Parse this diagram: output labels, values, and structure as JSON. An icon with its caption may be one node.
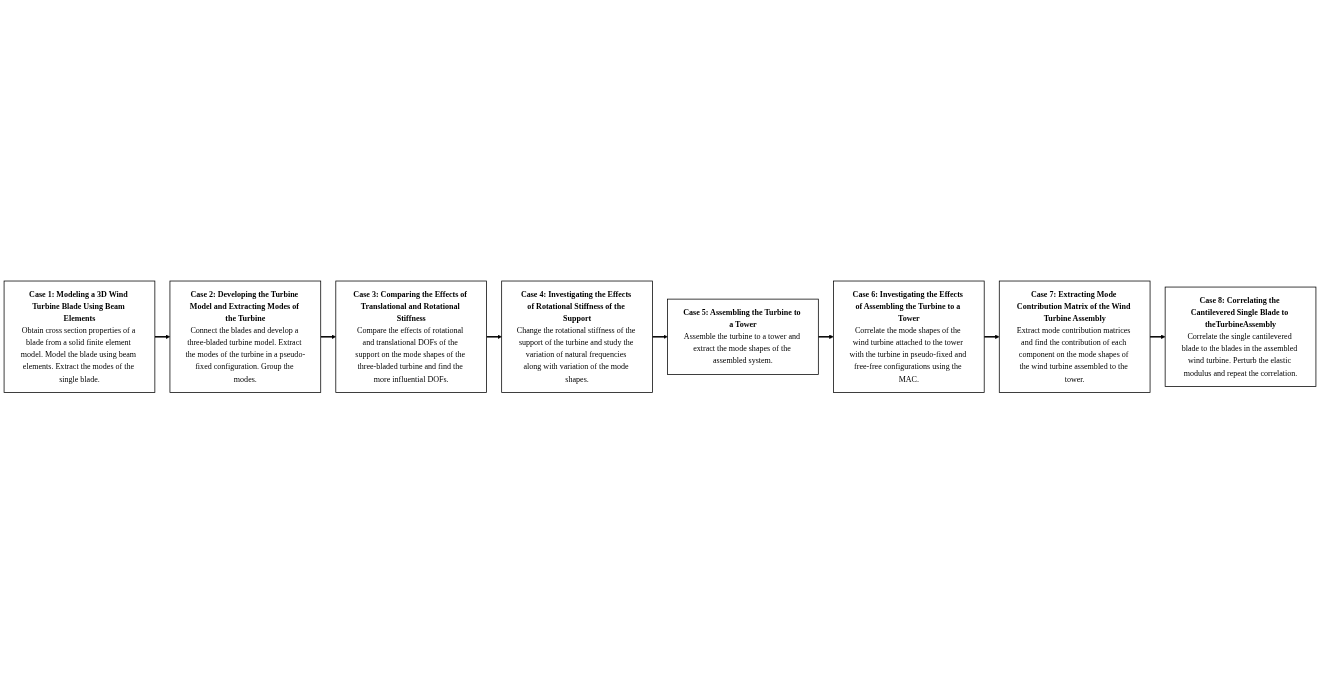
{
  "diagram": {
    "nodes": [
      {
        "text": [
          "Case 1: Modeling a 3D Wind Turbine Blade Using Beam Elements",
          "Obtain cross section properties of a blade from a solid finite element model. Model the blade using beam elements. Extract the modes of the single blade."
        ]
      },
      {
        "text": [
          "Case 2: Developing the Turbine Model and Extracting Modes of the Turbine",
          "Connect the blades and develop a three-bladed turbine model. Extract the modes of the turbine in a pseudo-fixed configuration. Group the modes."
        ]
      },
      {
        "text": [
          "Case 3: Comparing the Effects of Translational and Rotational Stiffness",
          "Compare the effects of rotational and translational DOFs of the support on the mode shapes of the three-bladed turbine and find the more influential DOFs."
        ]
      },
      {
        "text": [
          "Case 4: Investigating the Effects of Rotational Stiffness of the Support",
          "Change the rotational stiffness of the support of the turbine and study the variation of natural frequencies along with variation of the mode shapes."
        ]
      },
      {
        "text": [
          "Case 5: Assembling the Turbine to a Tower",
          "Assemble the turbine to a tower and extract the mode shapes of the assembled system."
        ]
      },
      {
        "text": [
          "Case 6: Investigating the Effects of Assembling the Turbine to a Tower",
          "Correlate the mode shapes of the wind turbine attached to the tower with the turbine in pseudo-fixed and free-free configurations using the MAC."
        ]
      },
      {
        "text": [
          "Case 7: Extracting Mode Contribution Matrix of the Wind Turbine Assembly",
          "Extract mode contribution matrices and find the contribution of each component on the mode shapes of the wind turbine assembled to the tower."
        ]
      },
      {
        "text": [
          "Case 8: Correlating the Cantilevered Single Blade to theTurbineAssembly",
          "Correlate the single cantilevered blade to the blades in the assembled wind turbine. Perturb the elastic modulus and repeat the correlation."
        ]
      }
    ],
    "edges": [
      {
        "from": 0,
        "to": 1,
        "arrow": "to"
      },
      {
        "from": 1,
        "to": 2,
        "arrow": "to"
      },
      {
        "from": 2,
        "to": 3,
        "arrow": "to"
      },
      {
        "from": 3,
        "to": 4,
        "arrow": "to"
      },
      {
        "from": 4,
        "to": 5,
        "arrow": "to"
      },
      {
        "from": 5,
        "to": 6,
        "arrow": "to"
      },
      {
        "from": 6,
        "to": 7,
        "arrow": "to"
      }
    ]
  }
}
